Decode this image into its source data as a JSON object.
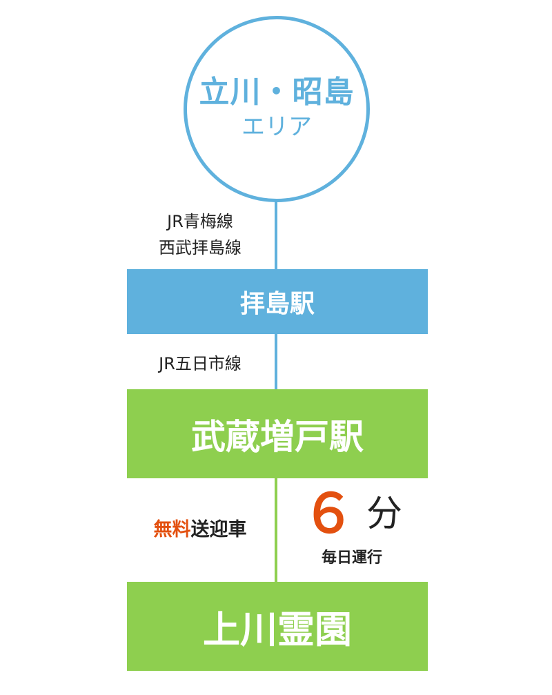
{
  "origin": {
    "title": "立川・昭島",
    "subtitle": "エリア"
  },
  "segments": [
    {
      "lines": [
        "JR青梅線",
        "西武拝島線"
      ]
    },
    {
      "lines": [
        "JR五日市線"
      ]
    }
  ],
  "stations": {
    "haijima": "拝島駅",
    "musashi_masuko": "武蔵増戸駅",
    "destination": "上川霊園"
  },
  "shuttle": {
    "free": "無料",
    "label": "送迎車",
    "minutes": "６",
    "unit": "分",
    "frequency": "毎日運行"
  },
  "colors": {
    "blue": "#5fb1dd",
    "green": "#8ecf4f",
    "orange": "#e3500f"
  }
}
